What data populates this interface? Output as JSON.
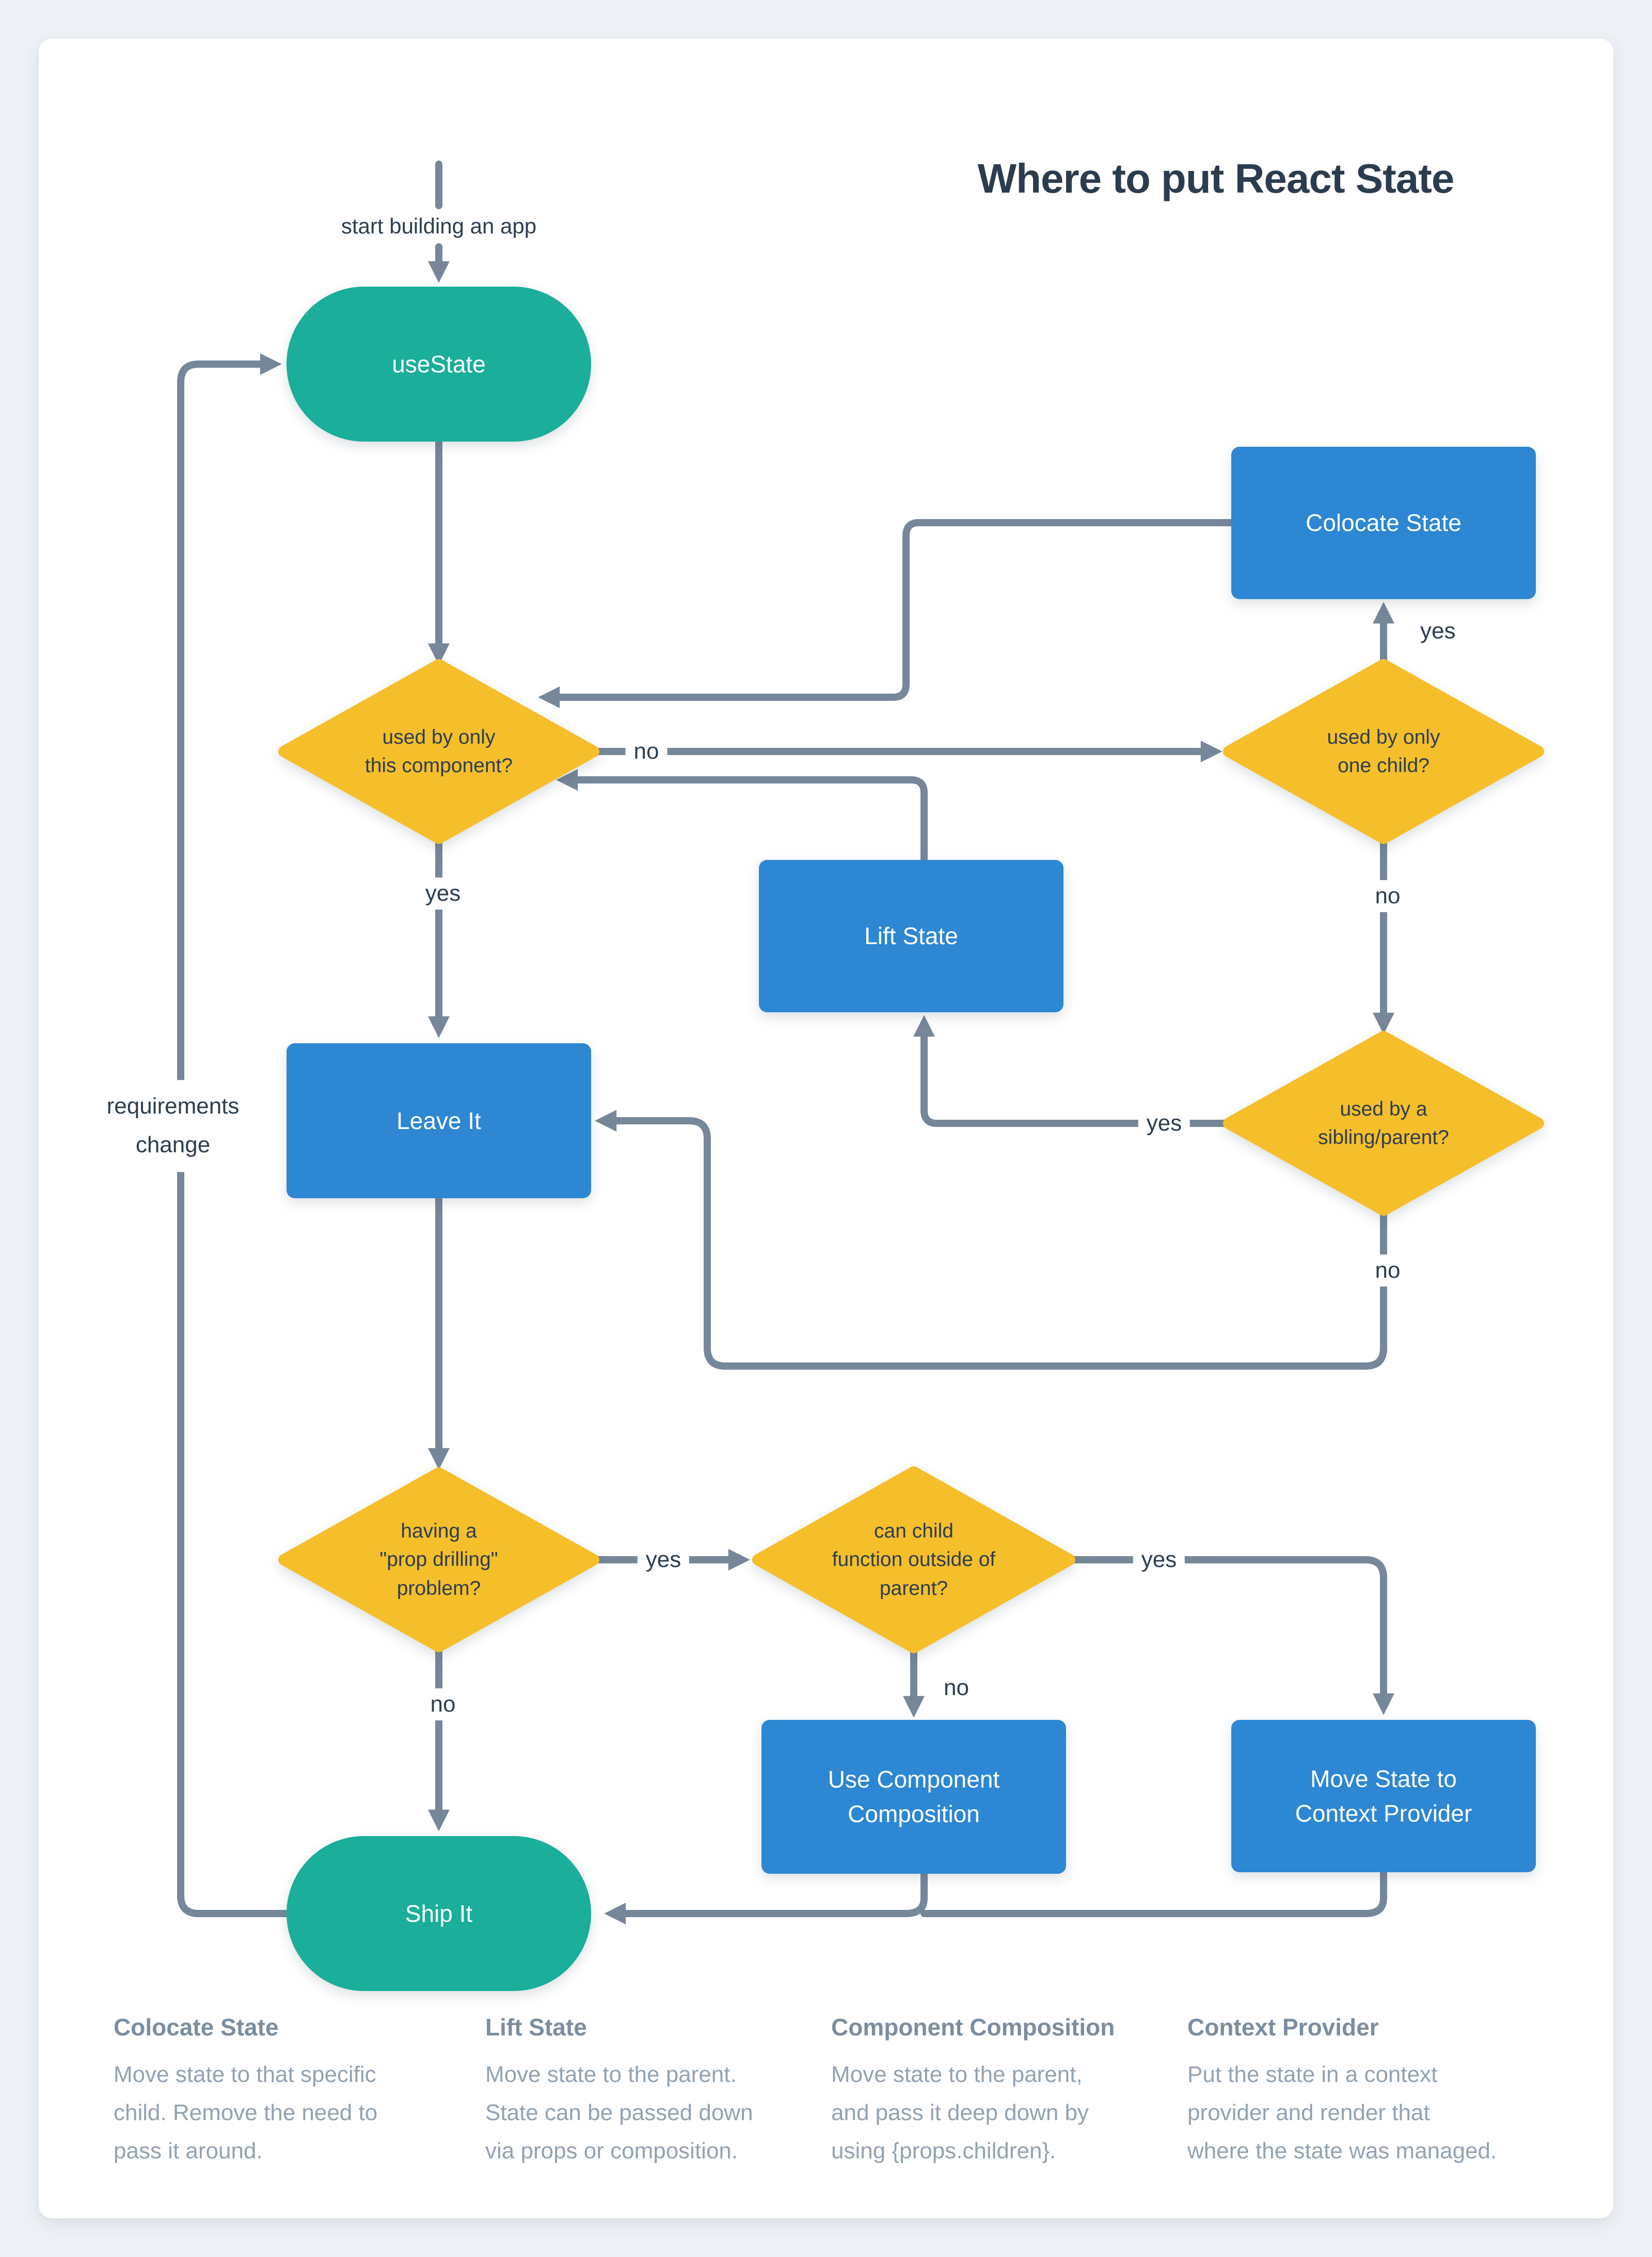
{
  "header": {
    "title": "Where to put React State"
  },
  "flow": {
    "start_label": "start building an app",
    "nodes": {
      "usestate": {
        "label": "useState"
      },
      "colocate": {
        "label": "Colocate State"
      },
      "lift": {
        "label": "Lift State"
      },
      "leave": {
        "label": "Leave It"
      },
      "ship": {
        "label": "Ship It"
      },
      "ucc": {
        "lines": [
          "Use Component",
          "Composition"
        ]
      },
      "context": {
        "lines": [
          "Move State to",
          "Context Provider"
        ]
      },
      "d_this_component": {
        "lines": [
          "used by only",
          "this component?"
        ]
      },
      "d_one_child": {
        "lines": [
          "used by only",
          "one child?"
        ]
      },
      "d_sibling": {
        "lines": [
          "used by a",
          "sibling/parent?"
        ]
      },
      "d_prop_drilling": {
        "lines": [
          "having a",
          "\"prop drilling\"",
          "problem?"
        ]
      },
      "d_child_outside": {
        "lines": [
          "can child",
          "function outside of",
          "parent?"
        ]
      }
    },
    "edge_labels": {
      "a_yes": "yes",
      "a_no": "no",
      "b_yes": "yes",
      "b_no": "no",
      "c_yes": "yes",
      "c_no": "no",
      "d_yes": "yes",
      "d_no": "no",
      "e_yes": "yes",
      "e_no": "no"
    },
    "loop_label": {
      "lines": [
        "requirements",
        "change"
      ]
    }
  },
  "legend": {
    "items": [
      {
        "title": "Colocate State",
        "lines": [
          "Move state to that specific",
          "child. Remove the need to",
          "pass it around."
        ]
      },
      {
        "title": "Lift State",
        "lines": [
          "Move state to the parent.",
          "State can be passed down",
          "via props or composition."
        ]
      },
      {
        "title": "Component Composition",
        "lines": [
          "Move state to the parent,",
          "and pass it deep down by",
          "using {props.children}."
        ]
      },
      {
        "title": "Context Provider",
        "lines": [
          "Put the state in a context",
          "provider and render that",
          "where the state was managed."
        ]
      }
    ]
  },
  "colors": {
    "teal": "#1aae9b",
    "blue": "#2d87d3",
    "yellow": "#f5be2b",
    "line": "#76879a",
    "ink": "#2c3e50",
    "legend_header": "#7b8da0",
    "legend_body": "#92a2b2",
    "page_bg": "#edf1f5",
    "card_bg": "#ffffff"
  }
}
